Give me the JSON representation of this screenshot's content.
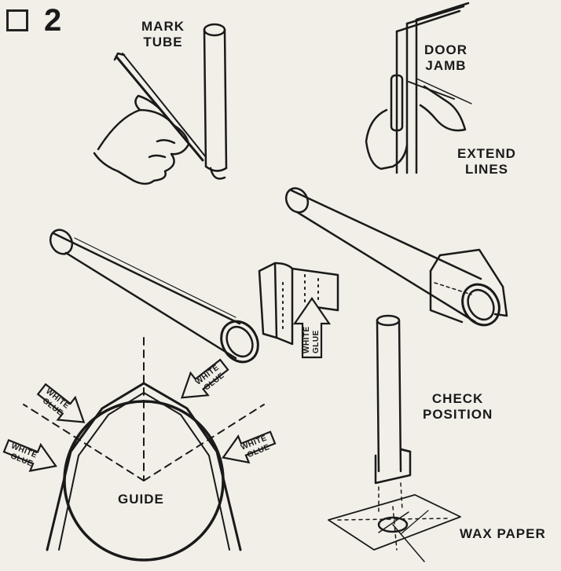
{
  "step": {
    "number": "2",
    "checkbox_checked": false
  },
  "labels": {
    "mark_tube_1": "MARK",
    "mark_tube_2": "TUBE",
    "door_jamb_1": "DOOR",
    "door_jamb_2": "JAMB",
    "extend_lines_1": "EXTEND",
    "extend_lines_2": "LINES",
    "check_position_1": "CHECK",
    "check_position_2": "POSITION",
    "wax_paper": "WAX PAPER",
    "guide": "GUIDE"
  },
  "glue_arrows": [
    {
      "line1": "WHITE",
      "line2": "GLUE"
    },
    {
      "line1": "WHITE",
      "line2": "GLUE"
    },
    {
      "line1": "WHITE",
      "line2": "GLUE"
    },
    {
      "line1": "WHITE",
      "line2": "GLUE"
    },
    {
      "line1": "WHITE",
      "line2": "GLUE"
    }
  ],
  "colors": {
    "ink": "#1a1a1a",
    "paper": "#f1efe8"
  }
}
